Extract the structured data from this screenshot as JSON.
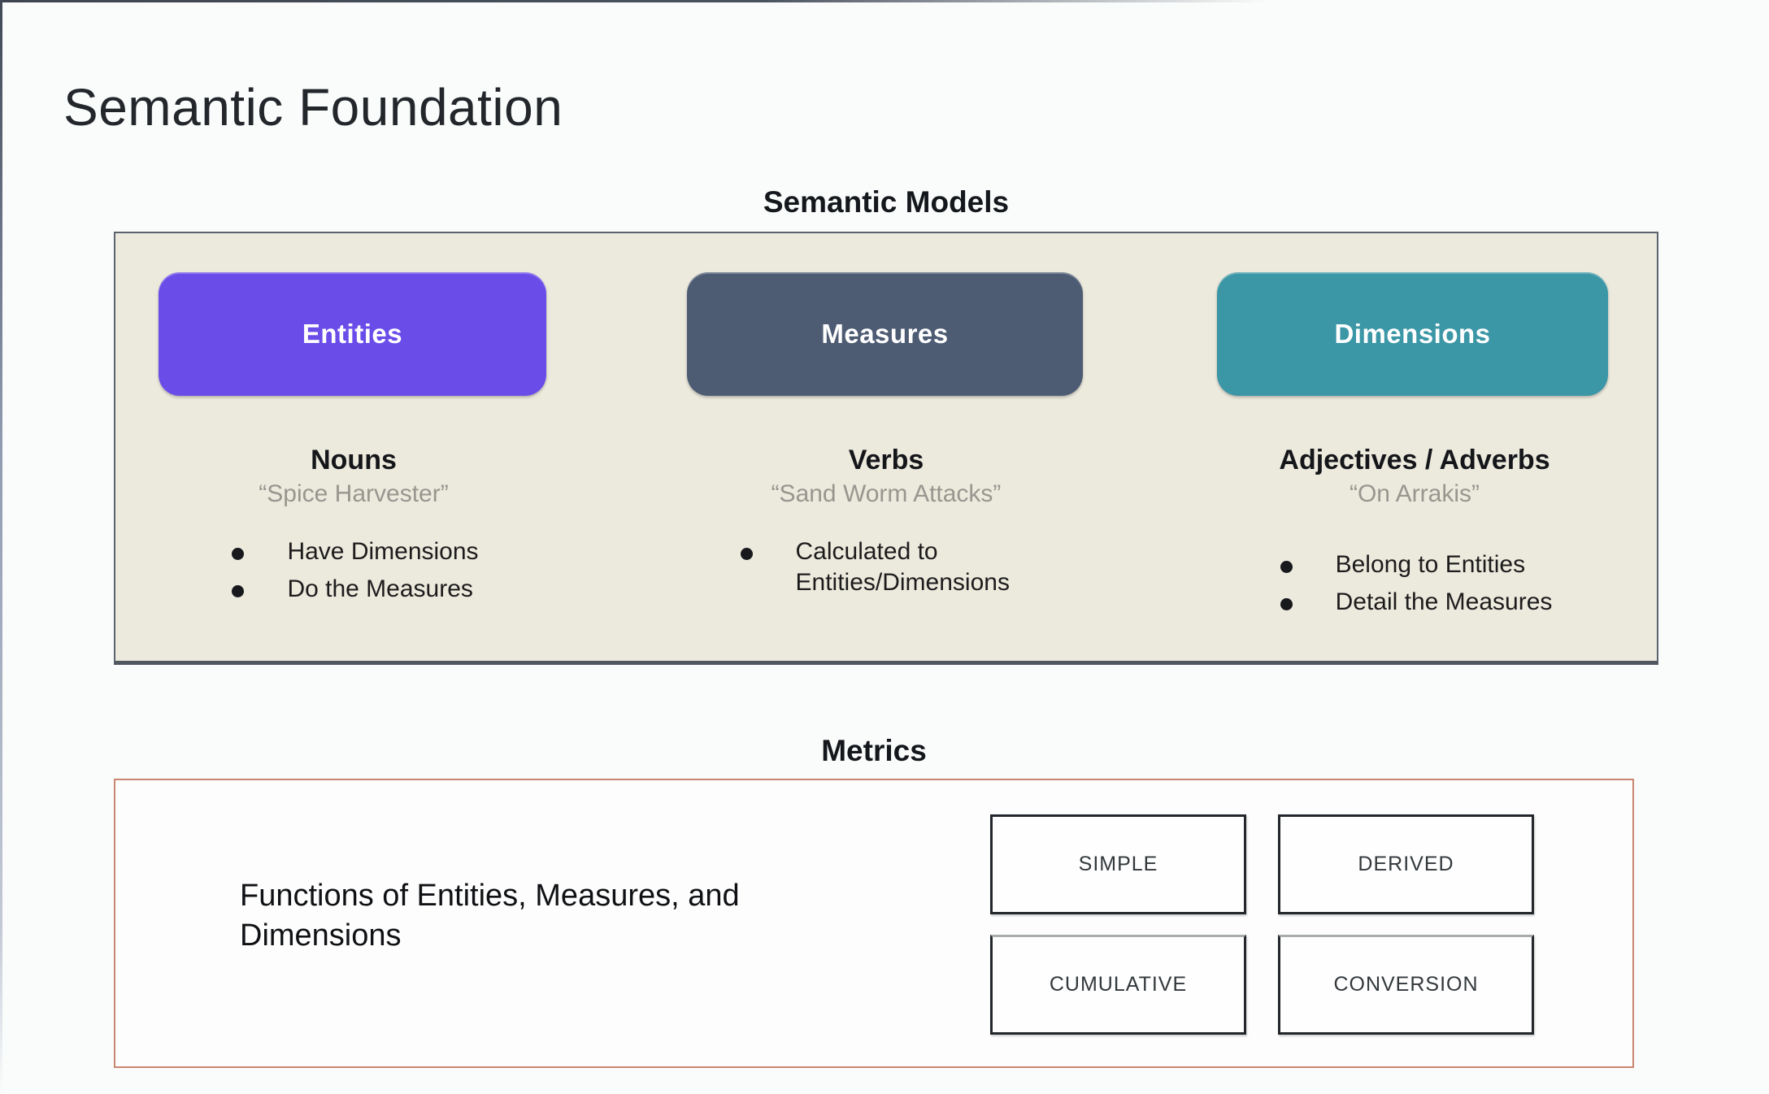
{
  "title": "Semantic Foundation",
  "semantic_models": {
    "heading": "Semantic Models",
    "columns": [
      {
        "pill": "Entities",
        "pill_color": "#6A4DE9",
        "part_of_speech": "Nouns",
        "example": "“Spice Harvester”",
        "bullets": [
          "Have Dimensions",
          "Do the Measures"
        ]
      },
      {
        "pill": "Measures",
        "pill_color": "#4D5B73",
        "part_of_speech": "Verbs",
        "example": "“Sand Worm Attacks”",
        "bullets": [
          "Calculated to Entities/Dimensions"
        ]
      },
      {
        "pill": "Dimensions",
        "pill_color": "#3B96A6",
        "part_of_speech": "Adjectives / Adverbs",
        "example": "“On Arrakis”",
        "bullets": [
          "Belong to Entities",
          "Detail the Measures"
        ]
      }
    ]
  },
  "metrics": {
    "heading": "Metrics",
    "description": "Functions of Entities, Measures, and Dimensions",
    "types": [
      "SIMPLE",
      "DERIVED",
      "CUMULATIVE",
      "CONVERSION"
    ]
  },
  "colors": {
    "page_bg": "#FAFCFB",
    "models_panel_bg": "#ECE9DD",
    "models_panel_border": "#5B636E",
    "entities_pill": "#6A4DE9",
    "measures_pill": "#4D5B73",
    "dimensions_pill": "#3B96A6",
    "metrics_panel_border": "#CA8570",
    "quote_text": "#97978F"
  }
}
